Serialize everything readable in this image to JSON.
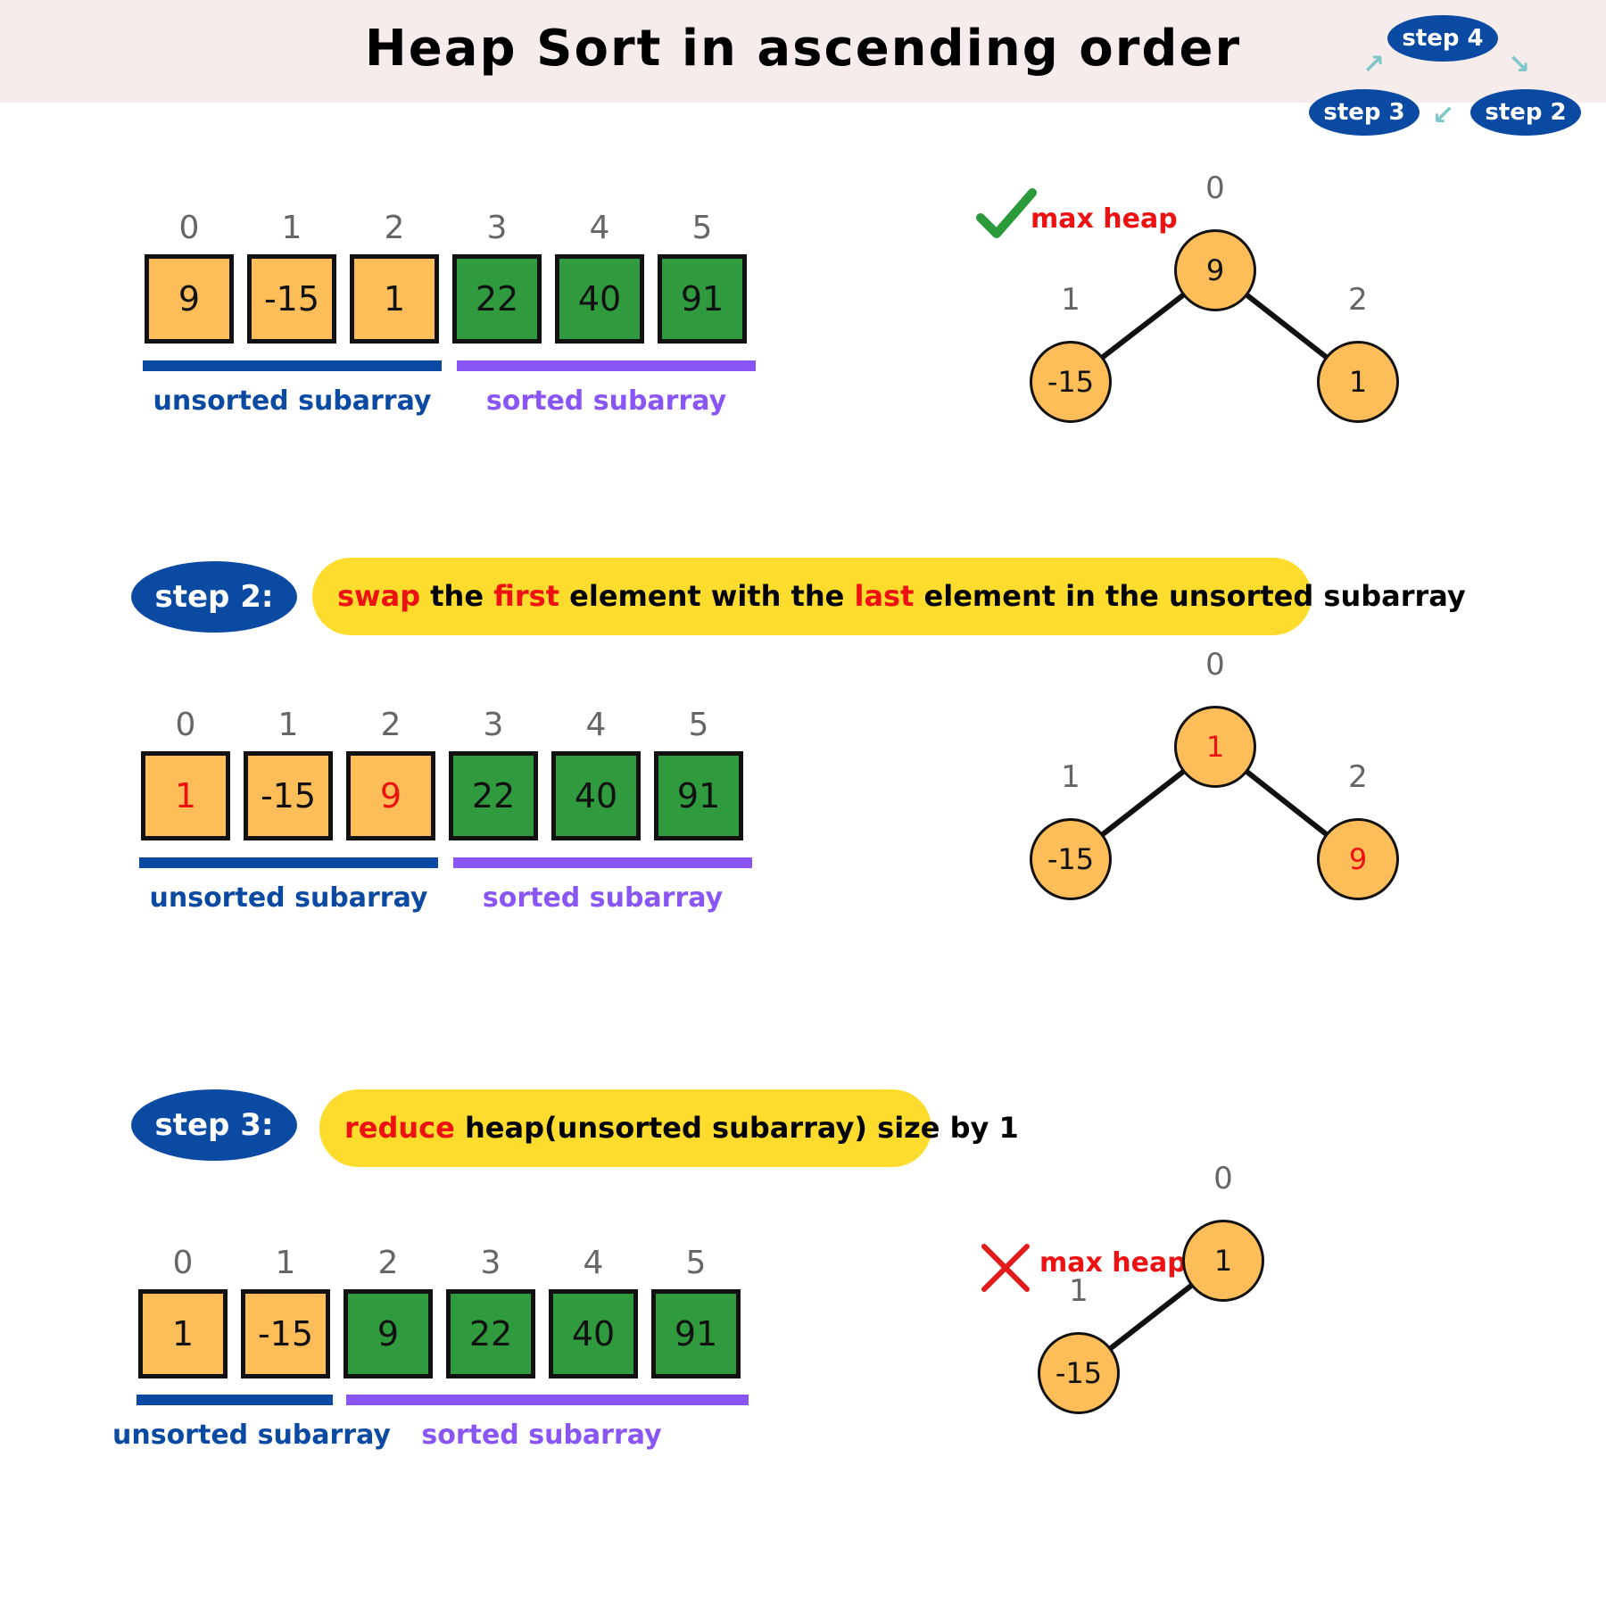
{
  "title": "Heap Sort in ascending order",
  "cycle": {
    "step4": "step 4",
    "step2": "step 2",
    "step3": "step 3"
  },
  "colors": {
    "unsorted_cell": "#fdbd59",
    "sorted_cell": "#2f9a3e",
    "unsorted_bar": "#0b4aa2",
    "sorted_bar": "#8a55f5",
    "highlight_text": "#ee1111",
    "banner": "#fddc2e",
    "step_pill": "#0b4aa2",
    "header_bg": "#f6ecec",
    "check": "#2a9a3a",
    "cross": "#e21b1b"
  },
  "panel1": {
    "array": [
      {
        "index": "0",
        "value": "9",
        "sorted": false
      },
      {
        "index": "1",
        "value": "-15",
        "sorted": false
      },
      {
        "index": "2",
        "value": "1",
        "sorted": false
      },
      {
        "index": "3",
        "value": "22",
        "sorted": true
      },
      {
        "index": "4",
        "value": "40",
        "sorted": true
      },
      {
        "index": "5",
        "value": "91",
        "sorted": true
      }
    ],
    "unsorted_label": "unsorted subarray",
    "sorted_label": "sorted subarray",
    "heap_label": "max heap",
    "heap_status_icon": "check-icon",
    "tree": [
      {
        "index": "0",
        "value": "9"
      },
      {
        "index": "1",
        "value": "-15"
      },
      {
        "index": "2",
        "value": "1"
      }
    ]
  },
  "step2": {
    "label": "step 2:",
    "banner": {
      "w1": "swap",
      "t1": " the ",
      "w2": "first",
      "t2": " element with the ",
      "w3": "last",
      "t3": " element in the unsorted subarray"
    },
    "array": [
      {
        "index": "0",
        "value": "1",
        "sorted": false,
        "highlight": true
      },
      {
        "index": "1",
        "value": "-15",
        "sorted": false,
        "highlight": false
      },
      {
        "index": "2",
        "value": "9",
        "sorted": false,
        "highlight": true
      },
      {
        "index": "3",
        "value": "22",
        "sorted": true,
        "highlight": false
      },
      {
        "index": "4",
        "value": "40",
        "sorted": true,
        "highlight": false
      },
      {
        "index": "5",
        "value": "91",
        "sorted": true,
        "highlight": false
      }
    ],
    "unsorted_label": "unsorted subarray",
    "sorted_label": "sorted subarray",
    "tree": [
      {
        "index": "0",
        "value": "1",
        "highlight": true
      },
      {
        "index": "1",
        "value": "-15",
        "highlight": false
      },
      {
        "index": "2",
        "value": "9",
        "highlight": true
      }
    ]
  },
  "step3": {
    "label": "step 3:",
    "banner": {
      "w1": "reduce",
      "t1": " heap(unsorted subarray) size by 1"
    },
    "array": [
      {
        "index": "0",
        "value": "1",
        "sorted": false
      },
      {
        "index": "1",
        "value": "-15",
        "sorted": false
      },
      {
        "index": "2",
        "value": "9",
        "sorted": true
      },
      {
        "index": "3",
        "value": "22",
        "sorted": true
      },
      {
        "index": "4",
        "value": "40",
        "sorted": true
      },
      {
        "index": "5",
        "value": "91",
        "sorted": true
      }
    ],
    "unsorted_label": "unsorted subarray",
    "sorted_label": "sorted subarray",
    "heap_label": "max heap",
    "heap_status_icon": "cross-icon",
    "tree": [
      {
        "index": "0",
        "value": "1"
      },
      {
        "index": "1",
        "value": "-15"
      }
    ]
  }
}
